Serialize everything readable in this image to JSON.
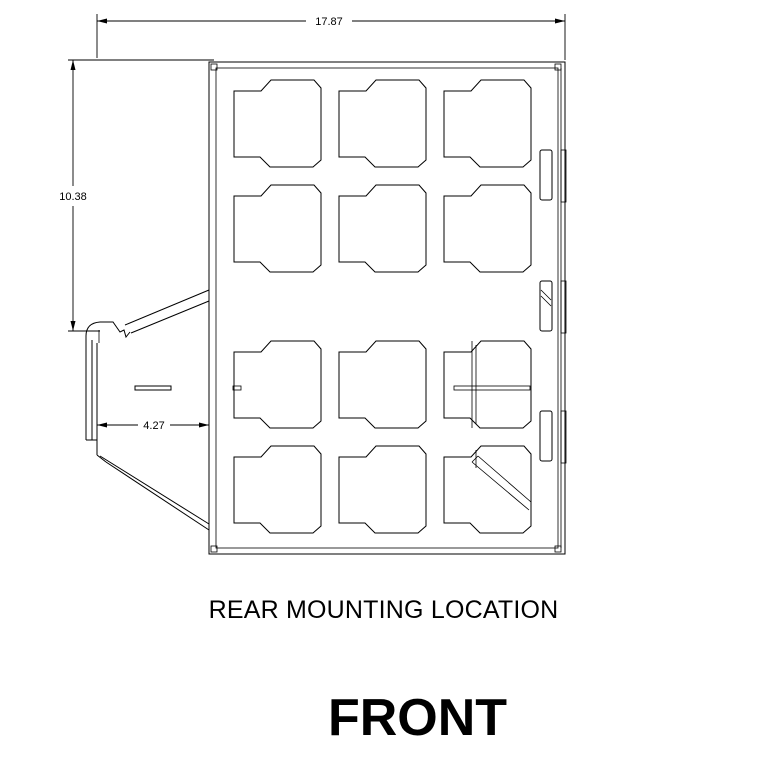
{
  "dimensions": {
    "overall_width": "17.87",
    "overall_height": "10.38",
    "rear_offset": "4.27"
  },
  "captions": {
    "rear_mounting": "REAR MOUNTING LOCATION",
    "front": "FRONT"
  },
  "layout_notes": {
    "cavity_rows": 4,
    "cavity_columns": 3,
    "side_slots": 3
  }
}
